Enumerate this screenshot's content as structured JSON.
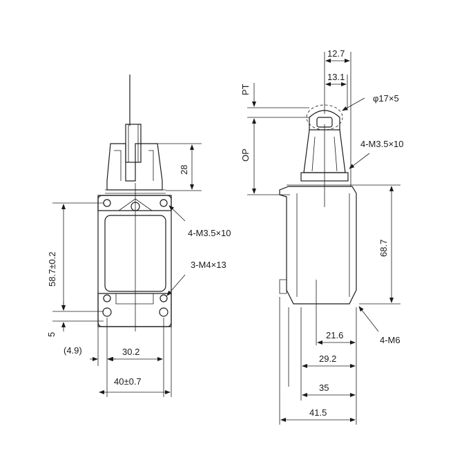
{
  "front_view": {
    "dim_28": "28",
    "dim_58_7": "58.7±0.2",
    "dim_5": "5",
    "dim_4_9": "(4.9)",
    "dim_30_2": "30.2",
    "dim_40": "40±0.7",
    "callout_m35": "4-M3.5×10",
    "callout_m4": "3-M4×13"
  },
  "side_view": {
    "dim_12_7": "12.7",
    "dim_13_1": "13.1",
    "dim_pt": "PT",
    "dim_op": "OP",
    "callout_phi": "φ17×5",
    "callout_m35": "4-M3.5×10",
    "dim_68_7": "68.7",
    "callout_m6": "4-M6",
    "dim_21_6": "21.6",
    "dim_29_2": "29.2",
    "dim_35": "35",
    "dim_41_5": "41.5"
  }
}
